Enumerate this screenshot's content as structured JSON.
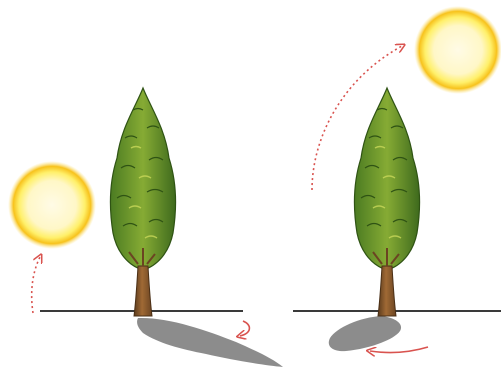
{
  "colors": {
    "sun_core": "#fffbe3",
    "sun_mid": "#fff06a",
    "sun_glow": "#f7c21c",
    "foliage_dark": "#3e6a1d",
    "foliage_mid": "#6f9b2c",
    "foliage_light": "#b4c94a",
    "trunk": "#8c5a2e",
    "trunk_dark": "#5a3a1c",
    "ground": "#3a3a3a",
    "shadow": "#7f7f7f",
    "arrow": "#d9534f"
  },
  "panels": [
    {
      "sun": "low-sun-left",
      "shadow": "long-shadow",
      "arrows": [
        "sun-rise-arrow",
        "shadow-curl-arrow"
      ]
    },
    {
      "sun": "high-sun-right",
      "shadow": "short-shadow",
      "arrows": [
        "sun-arc-arrow",
        "shadow-shift-arrow"
      ]
    }
  ]
}
